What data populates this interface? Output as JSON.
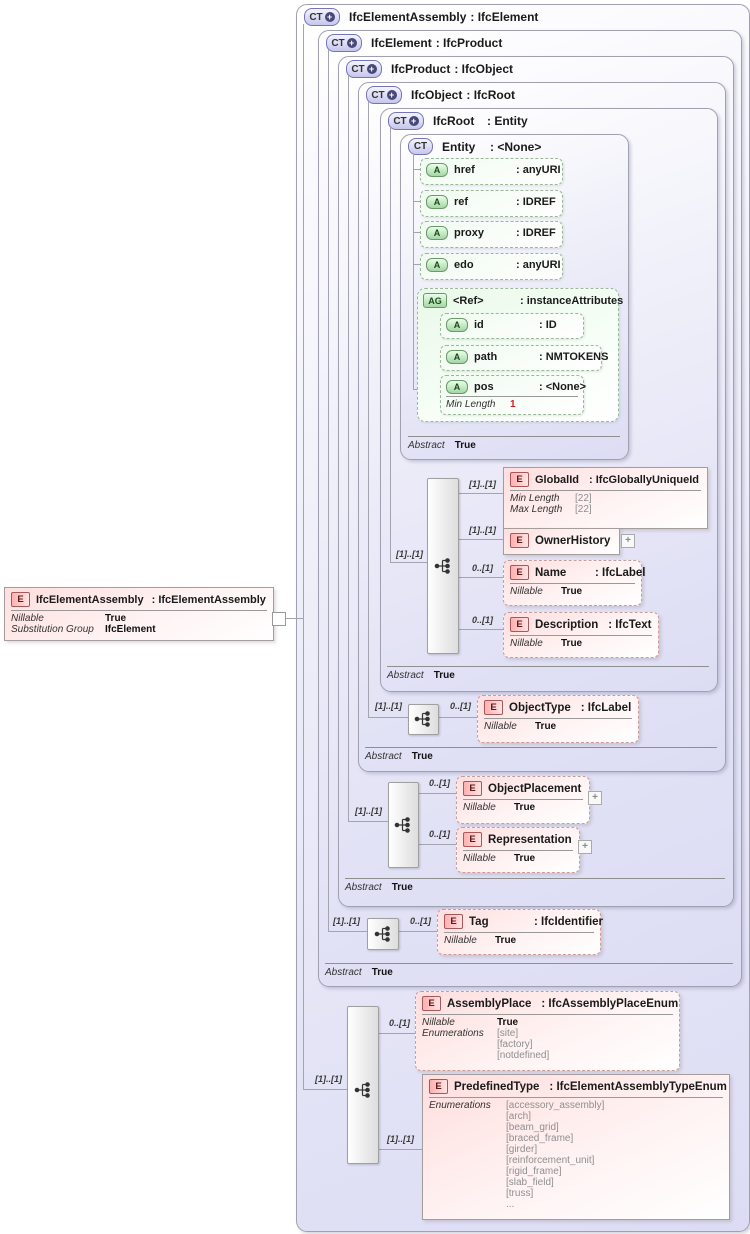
{
  "cardinality": {
    "one_one": "[1]..[1]",
    "zero_one": "0..[1]"
  },
  "global_element": {
    "badge": "E",
    "name": "IfcElementAssembly",
    "type": ": IfcElementAssembly",
    "nillable_label": "Nillable",
    "nillable_value": "True",
    "substitution_label": "Substitution Group",
    "substitution_value": "IfcElement"
  },
  "containers": {
    "l0": {
      "badge": "CT",
      "name": "IfcElementAssembly",
      "type": ": IfcElement"
    },
    "l1": {
      "badge": "CT",
      "name": "IfcElement",
      "type": ": IfcProduct"
    },
    "l2": {
      "badge": "CT",
      "name": "IfcProduct",
      "type": ": IfcObject"
    },
    "l3": {
      "badge": "CT",
      "name": "IfcObject",
      "type": ": IfcRoot"
    },
    "l4": {
      "badge": "CT",
      "name": "IfcRoot",
      "type": ": Entity"
    },
    "l5": {
      "badge": "CT",
      "name": "Entity",
      "type": ": <None>"
    }
  },
  "abstract": {
    "label": "Abstract",
    "value": "True"
  },
  "entity": {
    "attributes": [
      {
        "badge": "A",
        "name": "href",
        "type": ": anyURI"
      },
      {
        "badge": "A",
        "name": "ref",
        "type": ": IDREF"
      },
      {
        "badge": "A",
        "name": "proxy",
        "type": ": IDREF"
      },
      {
        "badge": "A",
        "name": "edo",
        "type": ": anyURI"
      }
    ],
    "attribute_group": {
      "badge": "AG",
      "name": "<Ref>",
      "type": ": instanceAttributes",
      "attributes": [
        {
          "badge": "A",
          "name": "id",
          "type": ": ID"
        },
        {
          "badge": "A",
          "name": "path",
          "type": ": NMTOKENS"
        },
        {
          "badge": "A",
          "name": "pos",
          "type": ": <None>",
          "min_length_label": "Min Length",
          "min_length_value": "1"
        }
      ]
    }
  },
  "elements": {
    "global_id": {
      "badge": "E",
      "name": "GlobalId",
      "type": ": IfcGloballyUniqueId",
      "min_length_label": "Min Length",
      "min_length_value": "[22]",
      "max_length_label": "Max Length",
      "max_length_value": "[22]"
    },
    "owner_history": {
      "badge": "E",
      "name": "OwnerHistory",
      "expand": "+"
    },
    "name": {
      "badge": "E",
      "name": "Name",
      "type": ": IfcLabel",
      "nillable_label": "Nillable",
      "nillable_value": "True"
    },
    "description": {
      "badge": "E",
      "name": "Description",
      "type": ": IfcText",
      "nillable_label": "Nillable",
      "nillable_value": "True"
    },
    "object_type": {
      "badge": "E",
      "name": "ObjectType",
      "type": ": IfcLabel",
      "nillable_label": "Nillable",
      "nillable_value": "True"
    },
    "object_placement": {
      "badge": "E",
      "name": "ObjectPlacement",
      "nillable_label": "Nillable",
      "nillable_value": "True",
      "expand": "+"
    },
    "representation": {
      "badge": "E",
      "name": "Representation",
      "nillable_label": "Nillable",
      "nillable_value": "True",
      "expand": "+"
    },
    "tag": {
      "badge": "E",
      "name": "Tag",
      "type": ": IfcIdentifier",
      "nillable_label": "Nillable",
      "nillable_value": "True"
    },
    "assembly_place": {
      "badge": "E",
      "name": "AssemblyPlace",
      "type": ": IfcAssemblyPlaceEnum",
      "nillable_label": "Nillable",
      "nillable_value": "True",
      "enumerations_label": "Enumerations",
      "enumerations": [
        "[site]",
        "[factory]",
        "[notdefined]"
      ]
    },
    "predefined_type": {
      "badge": "E",
      "name": "PredefinedType",
      "type": ": IfcElementAssemblyTypeEnum",
      "enumerations_label": "Enumerations",
      "enumerations": [
        "[accessory_assembly]",
        "[arch]",
        "[beam_grid]",
        "[braced_frame]",
        "[girder]",
        "[reinforcement_unit]",
        "[rigid_frame]",
        "[slab_field]",
        "[truss]",
        "..."
      ]
    }
  }
}
